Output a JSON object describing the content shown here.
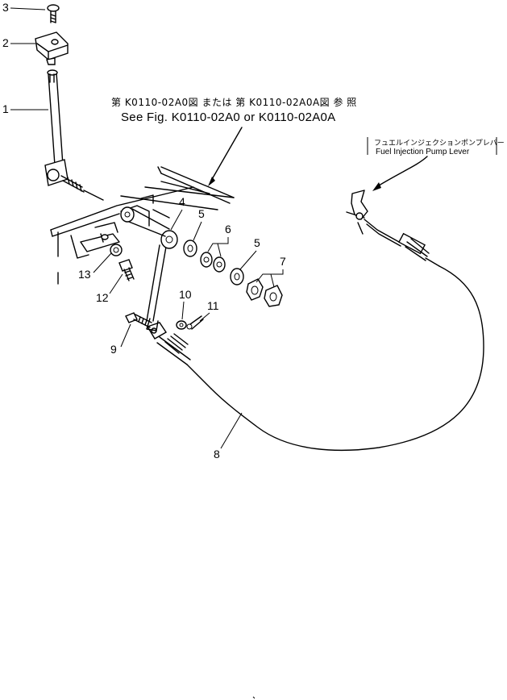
{
  "reference": {
    "japanese": "第 K0110-02A0図 または 第 K0110-02A0A図 参 照",
    "english": "See Fig. K0110-02A0 or K0110-02A0A"
  },
  "pump_lever_note": {
    "japanese": "フュエルインジェクションポンプレバー",
    "english": "Fuel Injection Pump Lever"
  },
  "callouts": {
    "c1": "1",
    "c2": "2",
    "c3": "3",
    "c4": "4",
    "c5a": "5",
    "c5b": "5",
    "c6": "6",
    "c7": "7",
    "c8": "8",
    "c9": "9",
    "c10": "10",
    "c11": "11",
    "c12": "12",
    "c13": "13"
  }
}
